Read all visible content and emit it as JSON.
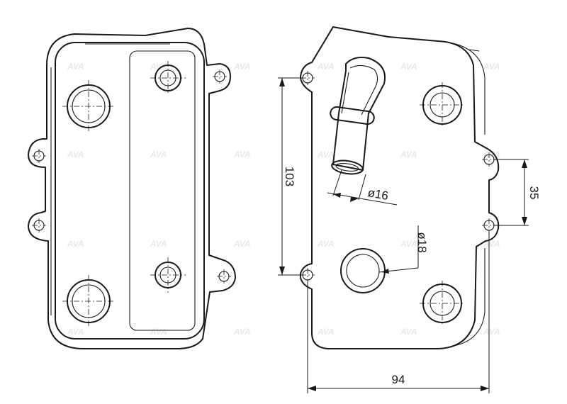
{
  "watermark": {
    "text": "AVA"
  },
  "dimensions": {
    "height_103": "103",
    "offset_35": "35",
    "width_94": "94",
    "pipe_diameter": "ø16",
    "port_diameter": "ø18"
  }
}
